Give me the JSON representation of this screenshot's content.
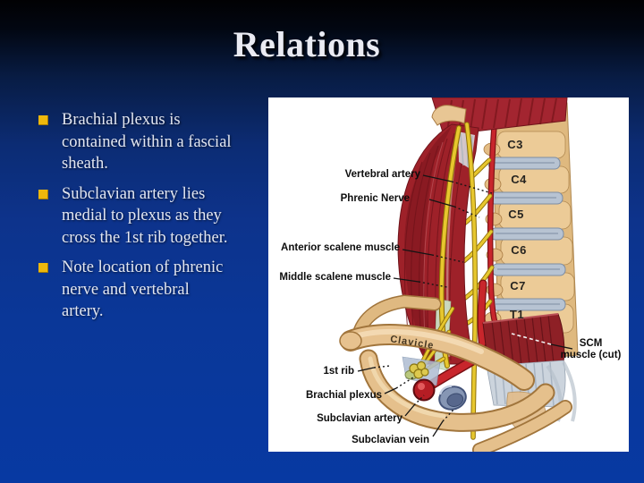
{
  "slide": {
    "title": "Relations",
    "bullets": [
      {
        "lines": [
          "Brachial plexus is",
          "contained within a fascial",
          "sheath."
        ]
      },
      {
        "lines": [
          "Subclavian artery lies",
          "medial to plexus as they",
          "cross the 1st rib together."
        ]
      },
      {
        "lines": [
          "Note location of phrenic",
          "nerve and vertebral",
          "artery."
        ]
      }
    ],
    "colors": {
      "background_top": "#010103",
      "background_bottom": "#0739a2",
      "title_text": "#eaebf3",
      "bullet_marker": "#eeb80c",
      "body_text": "#e3e7f2"
    }
  },
  "figure": {
    "labels": {
      "vertebral_artery": "Vertebral artery",
      "phrenic_nerve": "Phrenic Nerve",
      "anterior_scalene": "Anterior scalene muscle",
      "middle_scalene": "Middle scalene muscle",
      "clavicle": "Clavicle",
      "first_rib": "1st rib",
      "brachial_plexus": "Brachial plexus",
      "subclavian_artery": "Subclavian artery",
      "subclavian_vein": "Subclavian vein",
      "scm_line1": "SCM",
      "scm_line2": "muscle (cut)"
    },
    "vertebrae": [
      "C3",
      "C4",
      "C5",
      "C6",
      "C7",
      "T1"
    ],
    "colors": {
      "muscle_red": "#9e2129",
      "bone_tan": "#e7c28f",
      "disc_gray": "#b7c3d2",
      "nerve_yellow": "#e7c72e",
      "artery_red": "#c8262c",
      "vein_blue": "#8696b4",
      "fascia_gray": "#ccd4dd"
    }
  }
}
